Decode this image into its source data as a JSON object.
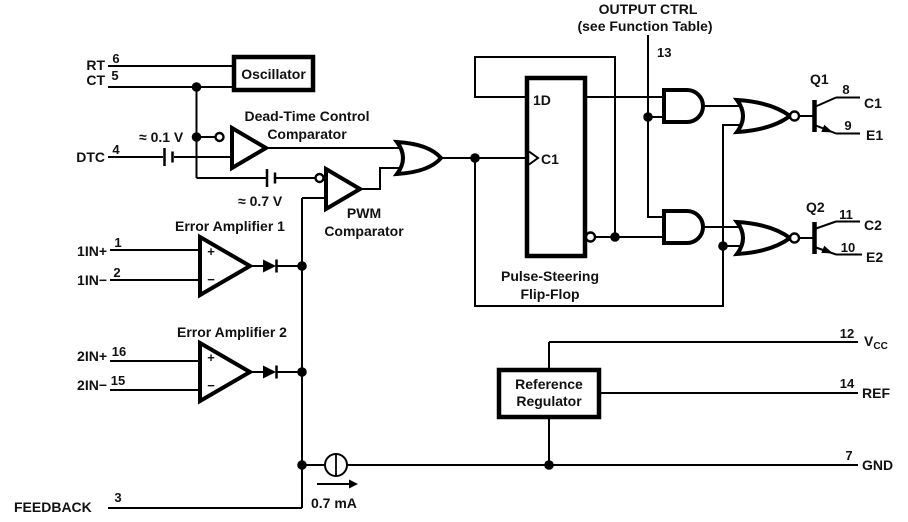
{
  "header": {
    "title": "OUTPUT CTRL",
    "subtitle": "(see Function Table)"
  },
  "blocks": {
    "oscillator": "Oscillator",
    "dead_time_comparator": [
      "Dead-Time Control",
      "Comparator"
    ],
    "pwm_comparator": [
      "PWM",
      "Comparator"
    ],
    "error_amplifier_1": "Error Amplifier 1",
    "error_amplifier_2": "Error Amplifier 2",
    "flip_flop": [
      "Pulse-Steering",
      "Flip-Flop"
    ],
    "reference_regulator": [
      "Reference",
      "Regulator"
    ],
    "ff_data_input": "1D",
    "ff_clock_input": "C1"
  },
  "pins": {
    "rt": {
      "label": "RT",
      "num": "6"
    },
    "ct": {
      "label": "CT",
      "num": "5"
    },
    "dtc": {
      "label": "DTC",
      "num": "4"
    },
    "in1_plus": {
      "label": "1IN+",
      "num": "1"
    },
    "in1_minus": {
      "label": "1IN−",
      "num": "2"
    },
    "in2_plus": {
      "label": "2IN+",
      "num": "16"
    },
    "in2_minus": {
      "label": "2IN−",
      "num": "15"
    },
    "feedback": {
      "label": "FEEDBACK",
      "num": "3"
    },
    "output_ctrl": {
      "num": "13"
    },
    "c1": {
      "label": "C1",
      "num": "8"
    },
    "e1": {
      "label": "E1",
      "num": "9"
    },
    "c2": {
      "label": "C2",
      "num": "11"
    },
    "e2": {
      "label": "E2",
      "num": "10"
    },
    "vcc": {
      "label": "V",
      "sub": "CC",
      "num": "12"
    },
    "ref": {
      "label": "REF",
      "num": "14"
    },
    "gnd": {
      "label": "GND",
      "num": "7"
    }
  },
  "annotations": {
    "dtc_offset": "≈ 0.1 V",
    "pwm_offset": "≈ 0.7 V",
    "feedback_current": "0.7 mA",
    "q1": "Q1",
    "q2": "Q2",
    "noninverting": "+",
    "inverting": "−"
  },
  "colors": {
    "line": "#000000",
    "text": "#111111",
    "background": "#ffffff"
  }
}
